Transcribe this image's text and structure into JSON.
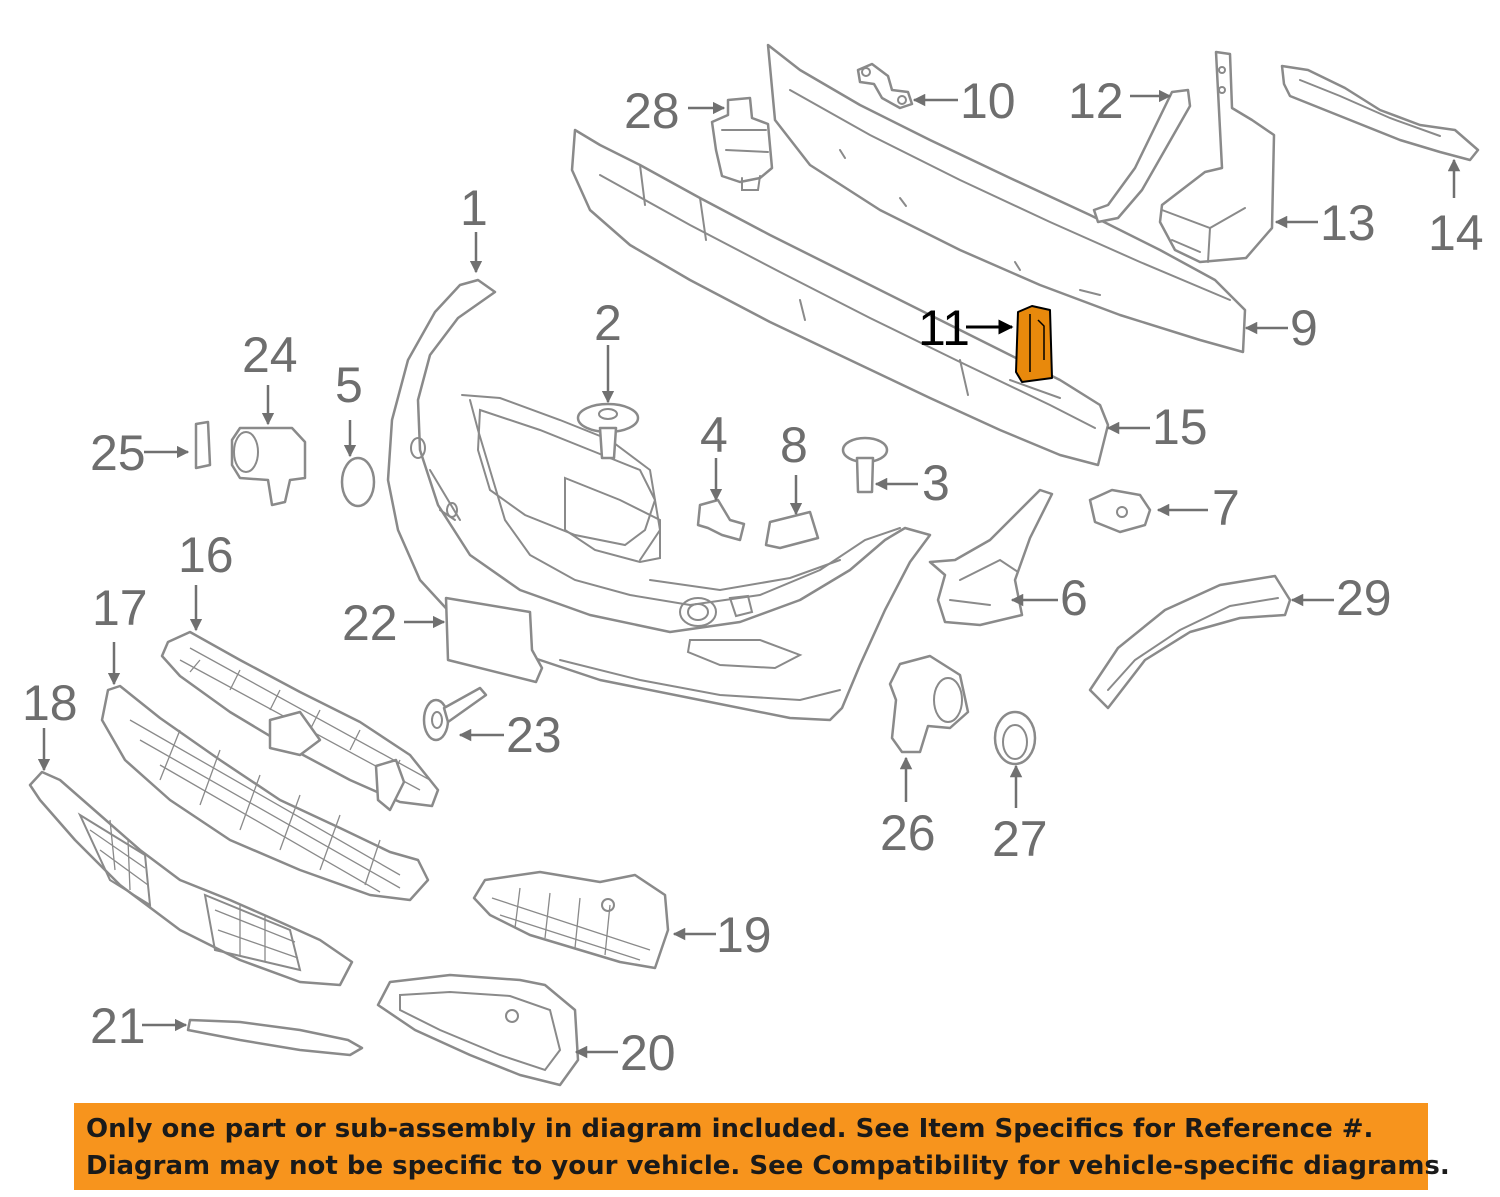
{
  "diagram": {
    "callouts": [
      "1",
      "2",
      "3",
      "4",
      "5",
      "6",
      "7",
      "8",
      "9",
      "10",
      "11",
      "12",
      "13",
      "14",
      "15",
      "16",
      "17",
      "18",
      "19",
      "20",
      "21",
      "22",
      "23",
      "24",
      "25",
      "26",
      "27",
      "28",
      "29"
    ],
    "highlighted_part": "11",
    "highlight_color": "#e8890c"
  },
  "banner": {
    "background": "#f7941d",
    "line1": "Only one part or sub-assembly in diagram included. See Item Specifics for Reference #.",
    "line2": "Diagram may not be specific to your vehicle. See Compatibility for vehicle-specific diagrams."
  }
}
